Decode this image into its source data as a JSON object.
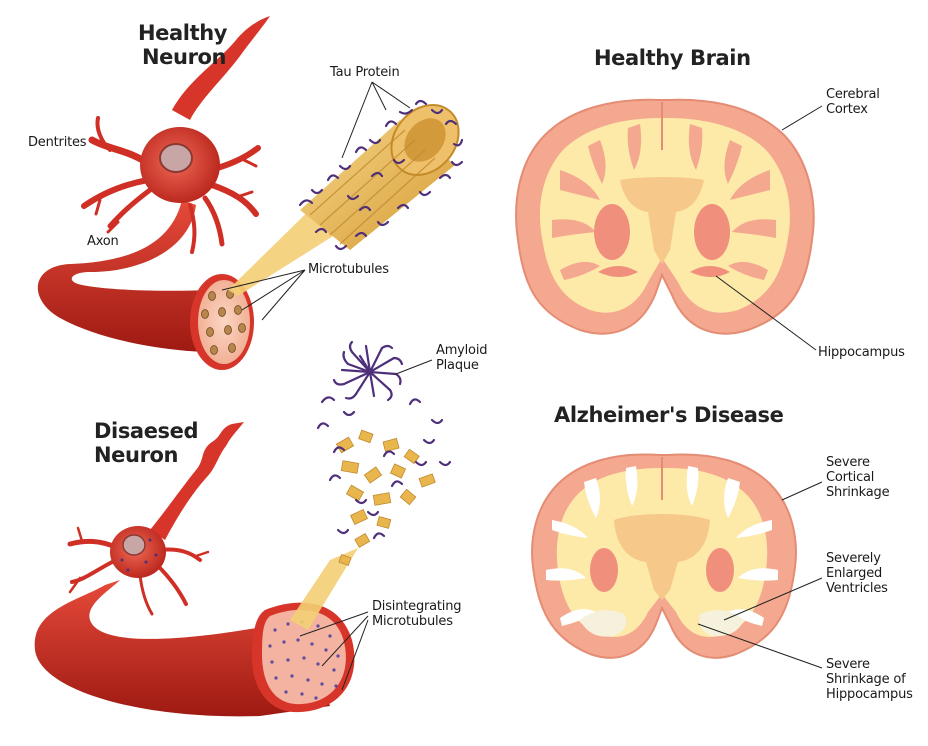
{
  "neuron_healthy": {
    "title_line1": "Healthy",
    "title_line2": "Neuron",
    "dendrites_label": "Dentrites",
    "axon_label": "Axon",
    "tau_label": "Tau Protein",
    "microtubules_label": "Microtubules"
  },
  "neuron_diseased": {
    "title_line1": "Disaesed",
    "title_line2": "Neuron",
    "plaque_line1": "Amyloid",
    "plaque_line2": "Plaque",
    "disint_line1": "Disintegrating",
    "disint_line2": "Microtubules"
  },
  "brain_healthy": {
    "title": "Healthy Brain",
    "cortex_line1": "Cerebral",
    "cortex_line2": "Cortex",
    "hippocampus_label": "Hippocampus"
  },
  "brain_alzheimers": {
    "title": "Alzheimer's Disease",
    "shrink_line1": "Severe",
    "shrink_line2": "Cortical",
    "shrink_line3": "Shrinkage",
    "ventricles_line1": "Severely",
    "ventricles_line2": "Enlarged",
    "ventricles_line3": "Ventricles",
    "hippo_line1": "Severe",
    "hippo_line2": "Shrinkage of",
    "hippo_line3": "Hippocampus"
  },
  "colors": {
    "neuron_red": "#d8352a",
    "neuron_dark": "#a82018",
    "cortex_pink": "#f4a88f",
    "white_matter": "#fde9a8",
    "deep_pink": "#ef8f7c",
    "tau_purple": "#5b3a8a",
    "tube_gold": "#e8b64c",
    "ventricle": "#f6f1dc"
  }
}
